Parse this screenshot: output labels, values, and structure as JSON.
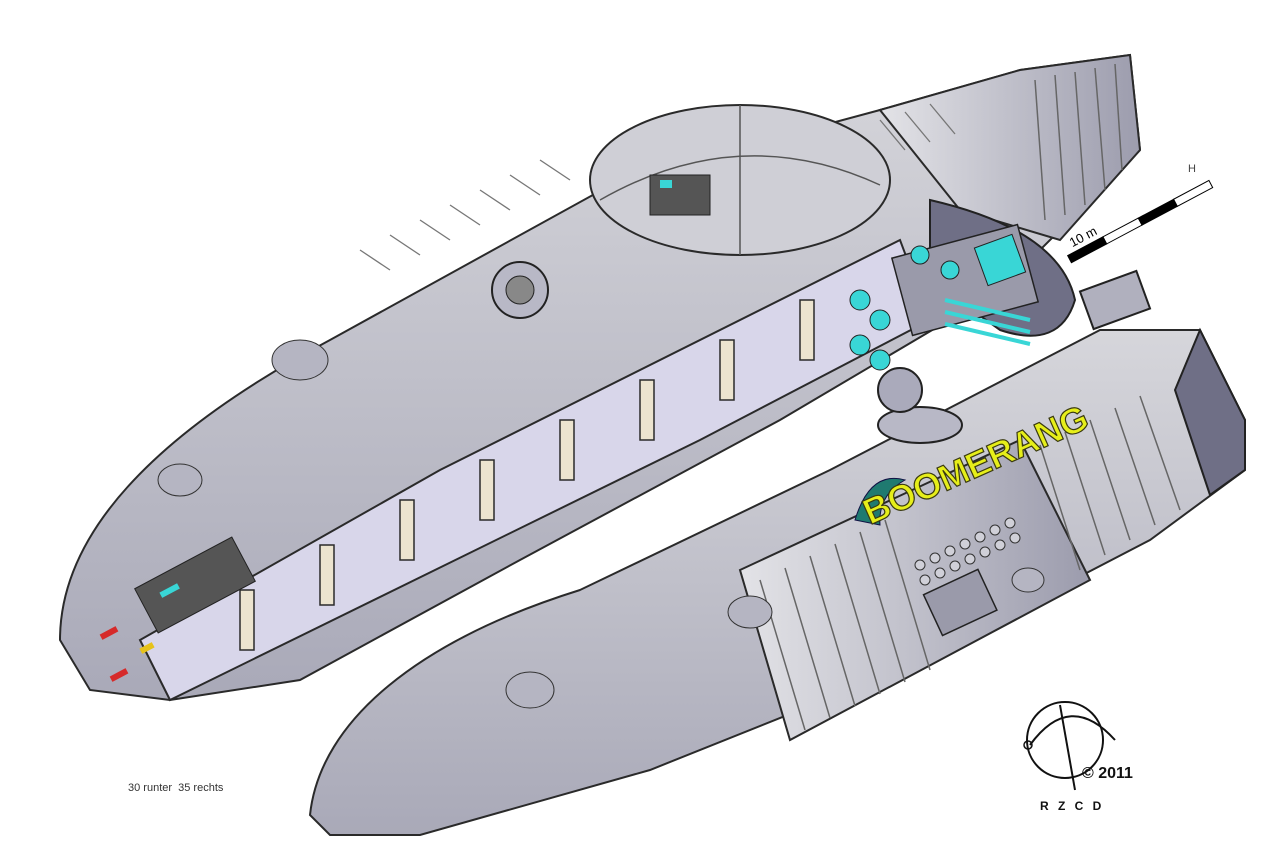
{
  "scale_bar": {
    "label": "10 m",
    "tick_label": "H"
  },
  "ship_name": "BOOMERANG",
  "caption": "30 runter  35 rechts",
  "signature": {
    "copyright": "© 2011",
    "initials": "R Z C D"
  },
  "colors": {
    "hull": "#c9c9cf",
    "hull_dark": "#8e8ea4",
    "hull_shadow": "#6f6f86",
    "interior": "#d8d6ea",
    "bulkhead": "#ece4cf",
    "accent_cyan": "#39d6d6",
    "name_yellow": "#e6ee1a",
    "emblem_teal": "#1f7a70"
  }
}
